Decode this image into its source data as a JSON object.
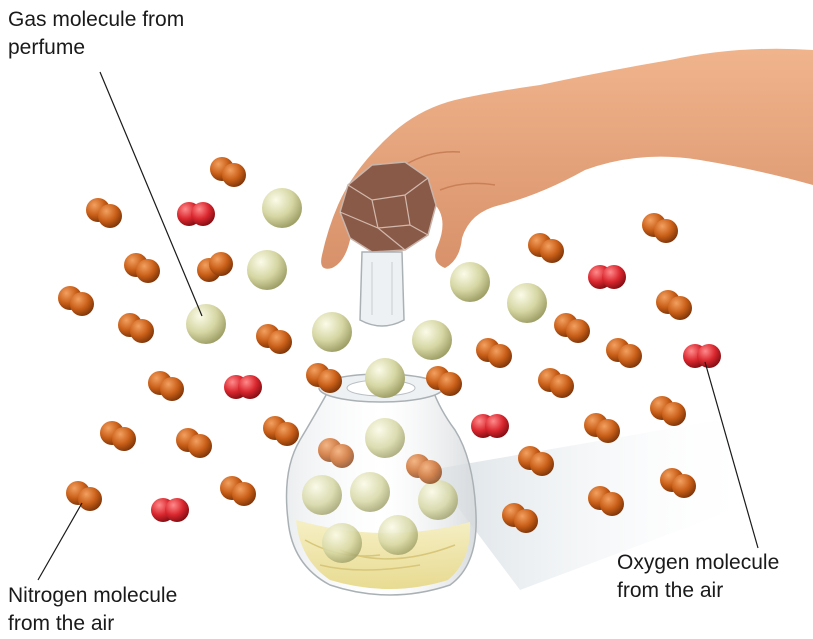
{
  "labels": {
    "gas": [
      "Gas molecule from",
      "perfume"
    ],
    "nitrogen": [
      "Nitrogen molecule",
      "from the air"
    ],
    "oxygen": [
      "Oxygen molecule",
      "from the air"
    ]
  },
  "colors": {
    "nitrogen": "#c9621a",
    "oxygen": "#d9262e",
    "perfume": "#d6d7a4",
    "skin": "#e8a47c",
    "leader_line": "#1a1a1a"
  }
}
